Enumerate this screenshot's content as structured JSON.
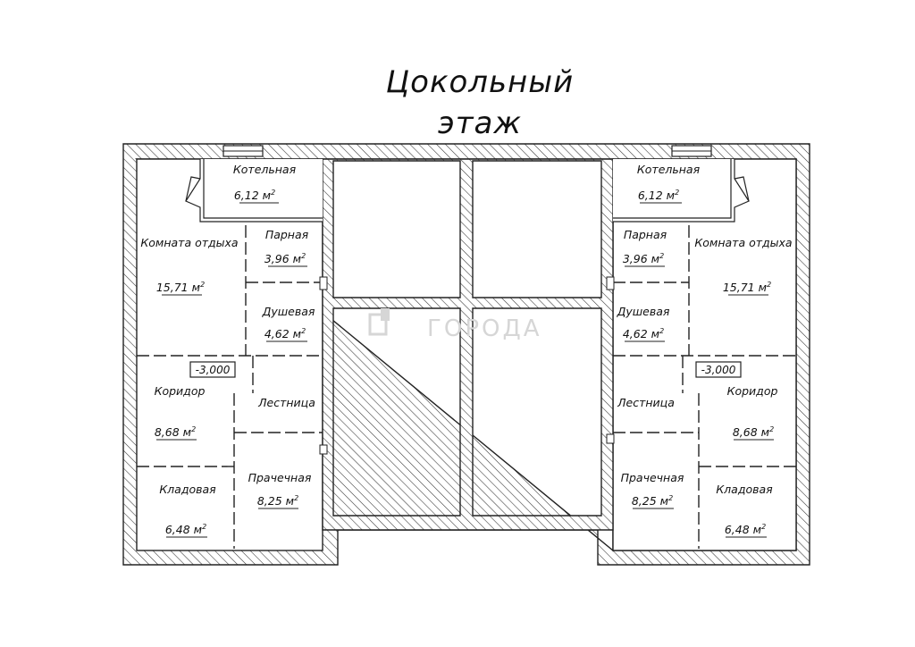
{
  "title": {
    "line1": "Цокольный",
    "line2": "этаж"
  },
  "area_unit": "м",
  "area_unit_power": "2",
  "level_mark": "-3,000",
  "watermark": "ГОРОДА",
  "left_unit": {
    "boiler": {
      "name": "Котельная",
      "area": "6,12"
    },
    "rest": {
      "name": "Комната отдыха",
      "area": "15,71"
    },
    "steam": {
      "name": "Парная",
      "area": "3,96"
    },
    "shower": {
      "name": "Душевая",
      "area": "4,62"
    },
    "corridor": {
      "name": "Коридор",
      "area": "8,68"
    },
    "stairs": {
      "name": "Лестница"
    },
    "storage": {
      "name": "Кладовая",
      "area": "6,48"
    },
    "laundry": {
      "name": "Прачечная",
      "area": "8,25"
    }
  },
  "right_unit": {
    "boiler": {
      "name": "Котельная",
      "area": "6,12"
    },
    "rest": {
      "name": "Комната отдыха",
      "area": "15,71"
    },
    "steam": {
      "name": "Парная",
      "area": "3,96"
    },
    "shower": {
      "name": "Душевая",
      "area": "4,62"
    },
    "corridor": {
      "name": "Коридор",
      "area": "8,68"
    },
    "stairs": {
      "name": "Лестница"
    },
    "storage": {
      "name": "Кладовая",
      "area": "6,48"
    },
    "laundry": {
      "name": "Прачечная",
      "area": "8,25"
    }
  }
}
